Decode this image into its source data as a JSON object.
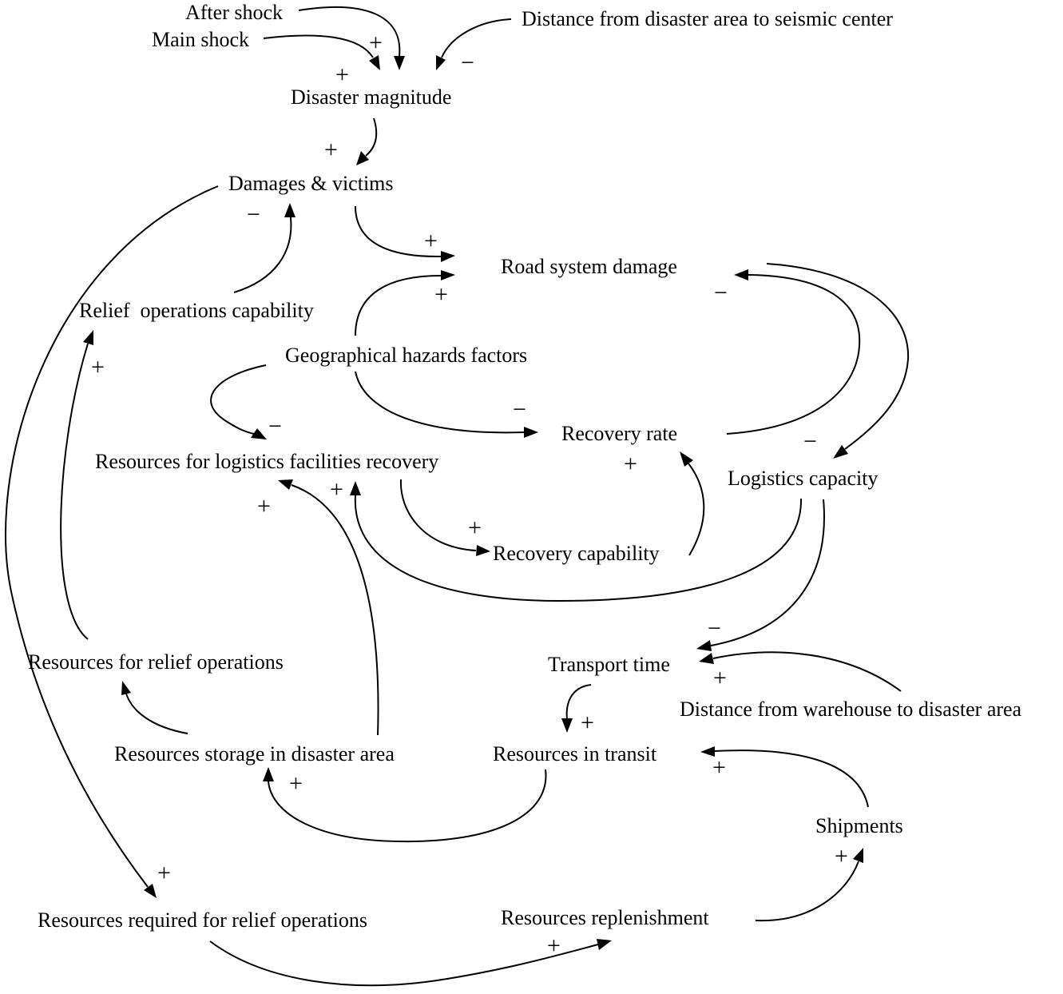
{
  "nodes": {
    "after_shock": "After shock",
    "main_shock": "Main shock",
    "distance_seismic": "Distance from disaster area to seismic center",
    "disaster_magnitude": "Disaster magnitude",
    "damages_victims": "Damages & victims",
    "road_system_damage": "Road system damage",
    "relief_operations_capability": "Relief  operations capability",
    "geographical_hazards": "Geographical hazards factors",
    "recovery_rate": "Recovery rate",
    "resources_logistics_recovery": "Resources for logistics facilities recovery",
    "logistics_capacity": "Logistics capacity",
    "recovery_capability": "Recovery capability",
    "resources_relief_operations": "Resources for relief operations",
    "transport_time": "Transport time",
    "distance_warehouse": "Distance from warehouse to disaster area",
    "resources_storage": "Resources storage in disaster area",
    "resources_in_transit": "Resources in transit",
    "shipments": "Shipments",
    "resources_required": "Resources required for relief operations",
    "resources_replenishment": "Resources replenishment"
  },
  "links": [
    {
      "from": "after_shock",
      "to": "disaster_magnitude",
      "polarity": "+"
    },
    {
      "from": "main_shock",
      "to": "disaster_magnitude",
      "polarity": "+"
    },
    {
      "from": "distance_seismic",
      "to": "disaster_magnitude",
      "polarity": "−"
    },
    {
      "from": "disaster_magnitude",
      "to": "damages_victims",
      "polarity": "+"
    },
    {
      "from": "damages_victims",
      "to": "road_system_damage",
      "polarity": "+"
    },
    {
      "from": "relief_operations_capability",
      "to": "damages_victims",
      "polarity": "−"
    },
    {
      "from": "geographical_hazards",
      "to": "road_system_damage",
      "polarity": "+"
    },
    {
      "from": "recovery_rate",
      "to": "road_system_damage",
      "polarity": "−"
    },
    {
      "from": "road_system_damage",
      "to": "logistics_capacity",
      "polarity": "−"
    },
    {
      "from": "geographical_hazards",
      "to": "recovery_rate",
      "polarity": "−"
    },
    {
      "from": "geographical_hazards",
      "to": "resources_logistics_recovery",
      "polarity": "−"
    },
    {
      "from": "recovery_capability",
      "to": "recovery_rate",
      "polarity": "+"
    },
    {
      "from": "resources_logistics_recovery",
      "to": "recovery_capability",
      "polarity": "+"
    },
    {
      "from": "logistics_capacity",
      "to": "resources_logistics_recovery",
      "polarity": "+"
    },
    {
      "from": "resources_storage",
      "to": "resources_logistics_recovery",
      "polarity": "+"
    },
    {
      "from": "resources_relief_operations",
      "to": "relief_operations_capability",
      "polarity": "+"
    },
    {
      "from": "logistics_capacity",
      "to": "transport_time",
      "polarity": "−"
    },
    {
      "from": "distance_warehouse",
      "to": "transport_time",
      "polarity": "+"
    },
    {
      "from": "transport_time",
      "to": "resources_in_transit",
      "polarity": "+"
    },
    {
      "from": "resources_storage",
      "to": "resources_relief_operations",
      "polarity": ""
    },
    {
      "from": "resources_in_transit",
      "to": "resources_storage",
      "polarity": "+"
    },
    {
      "from": "shipments",
      "to": "resources_in_transit",
      "polarity": "+"
    },
    {
      "from": "resources_replenishment",
      "to": "shipments",
      "polarity": "+"
    },
    {
      "from": "damages_victims",
      "to": "resources_required",
      "polarity": "+"
    },
    {
      "from": "resources_required",
      "to": "resources_replenishment",
      "polarity": "+"
    }
  ]
}
